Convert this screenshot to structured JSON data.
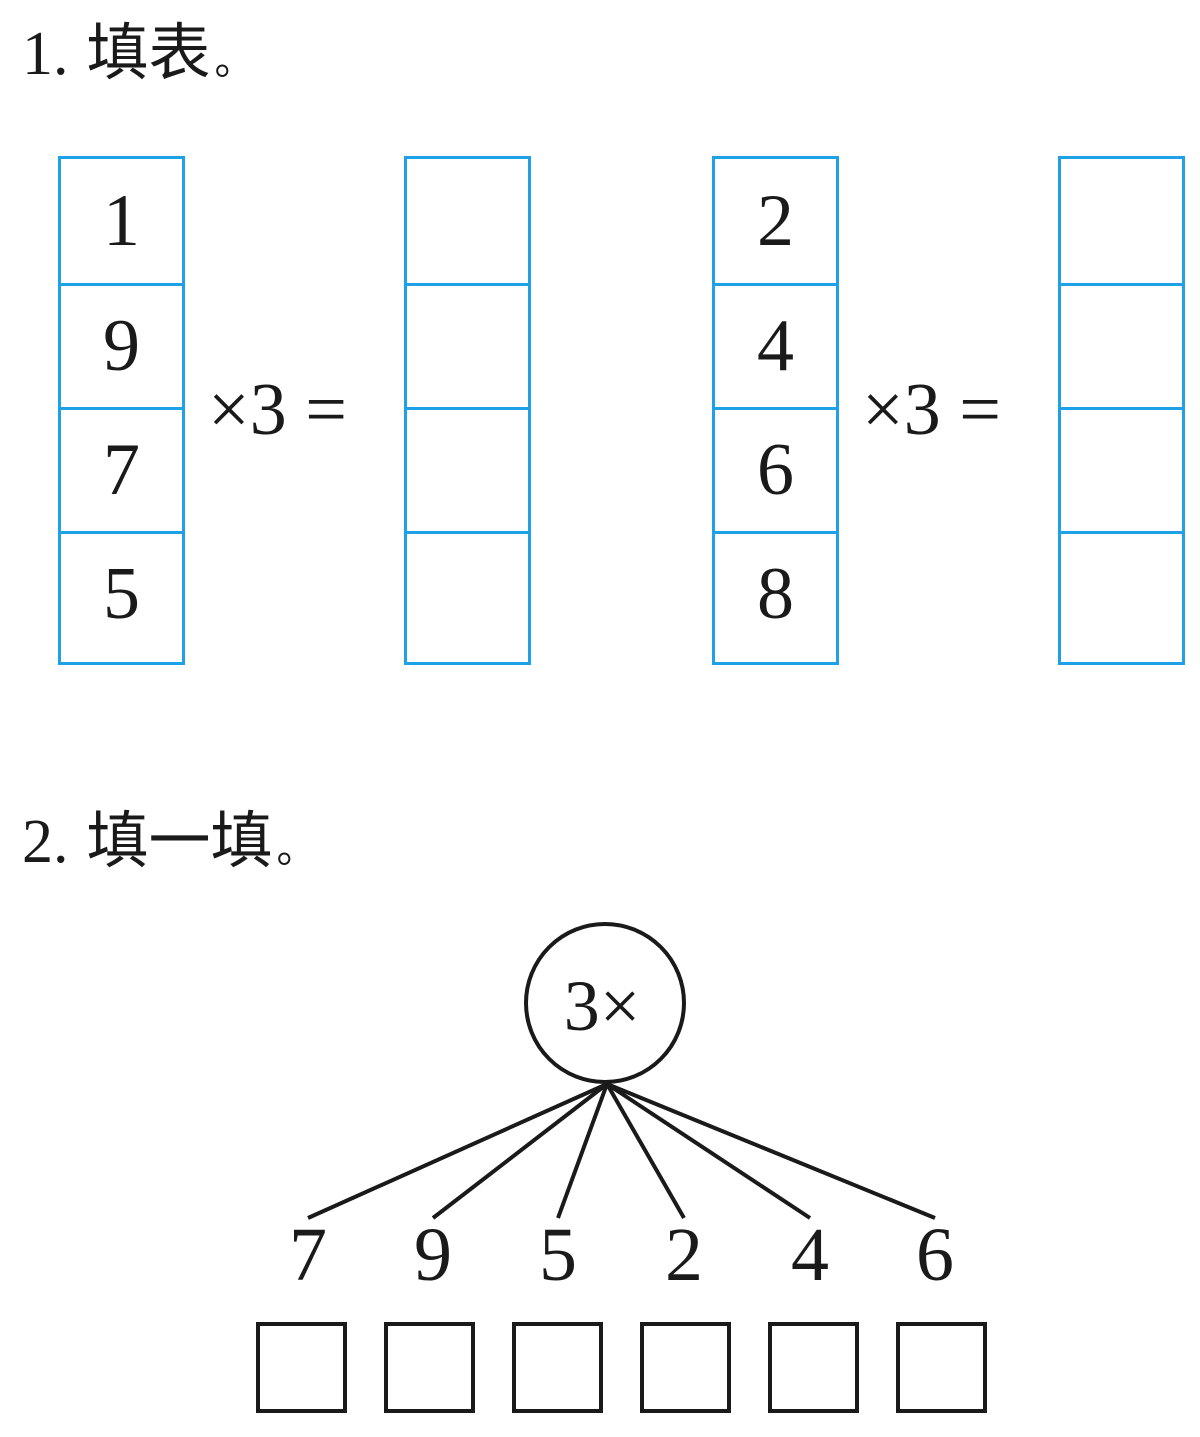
{
  "q1": {
    "number": "1.",
    "title": "填表",
    "period": "。",
    "left_inputs": [
      "1",
      "9",
      "7",
      "5"
    ],
    "right_inputs": [
      "2",
      "4",
      "6",
      "8"
    ],
    "operator": "×3 ="
  },
  "q2": {
    "number": "2.",
    "title": "填一填",
    "period": "。",
    "circle_label": "3×",
    "numbers": [
      "7",
      "9",
      "5",
      "2",
      "4",
      "6"
    ]
  },
  "colors": {
    "table_border": "#1ea1e6",
    "ink": "#1a1a1a"
  }
}
